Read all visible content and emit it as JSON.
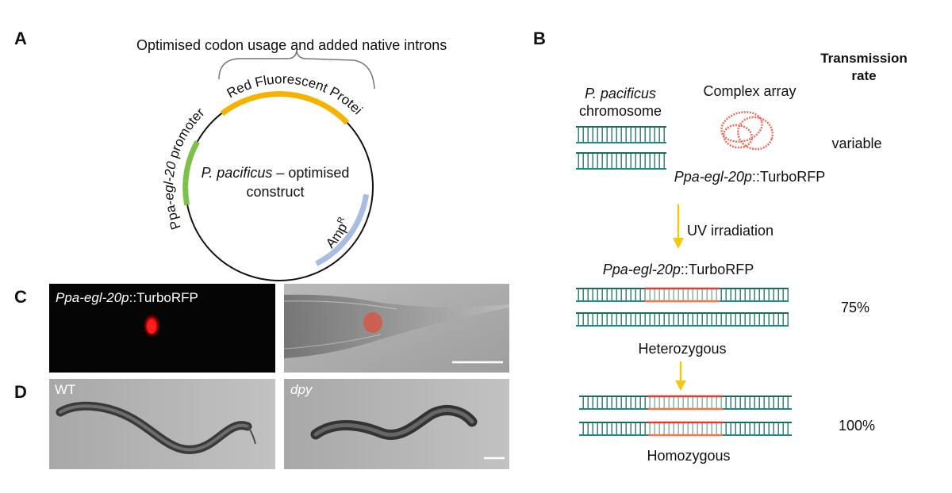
{
  "colors": {
    "promoter_green": "#7cc24a",
    "rfp_orange": "#f5b300",
    "ampr_blue": "#a9bde3",
    "dna_green": "#1d6b55",
    "dna_teal": "#1d8a8a",
    "insert_red": "#e53935",
    "insert_orange": "#ff7043",
    "arrow_yellow": "#f2c811",
    "array_pink": "#ef6b5a",
    "fluor_red": "#ff1a1a"
  },
  "panel_a": {
    "letter": "A",
    "bracket_label": "Optimised codon usage and added native introns",
    "rfp_label": "Red Fluorescent Protein",
    "promoter_label_prefix": "Ppa-",
    "promoter_label_gene": "egl-20",
    "promoter_label_suffix": " promoter",
    "ampr_label": "Amp",
    "ampr_superscript": "R",
    "center_line1_species": "P. pacificus",
    "center_line1_rest": " – optimised",
    "center_line2": "construct"
  },
  "panel_b": {
    "letter": "B",
    "header_line1": "Transmission",
    "header_line2": "rate",
    "chromosome_species": "P. pacificus",
    "chromosome_label": "chromosome",
    "array_label": "Complex array",
    "array_construct_gene": "Ppa-egl-20p",
    "array_construct_rest": "::TurboRFP",
    "rate_array": "variable",
    "uv_label": "UV irradiation",
    "integrated_gene": "Ppa-egl-20p",
    "integrated_rest": "::TurboRFP",
    "rate_het": "75%",
    "het_label": "Heterozygous",
    "rate_hom": "100%",
    "hom_label": "Homozygous"
  },
  "panel_c": {
    "letter": "C",
    "image_label_gene": "Ppa-egl-20p",
    "image_label_rest": "::TurboRFP"
  },
  "panel_d": {
    "letter": "D",
    "left_label": "WT",
    "right_label": "dpy"
  }
}
